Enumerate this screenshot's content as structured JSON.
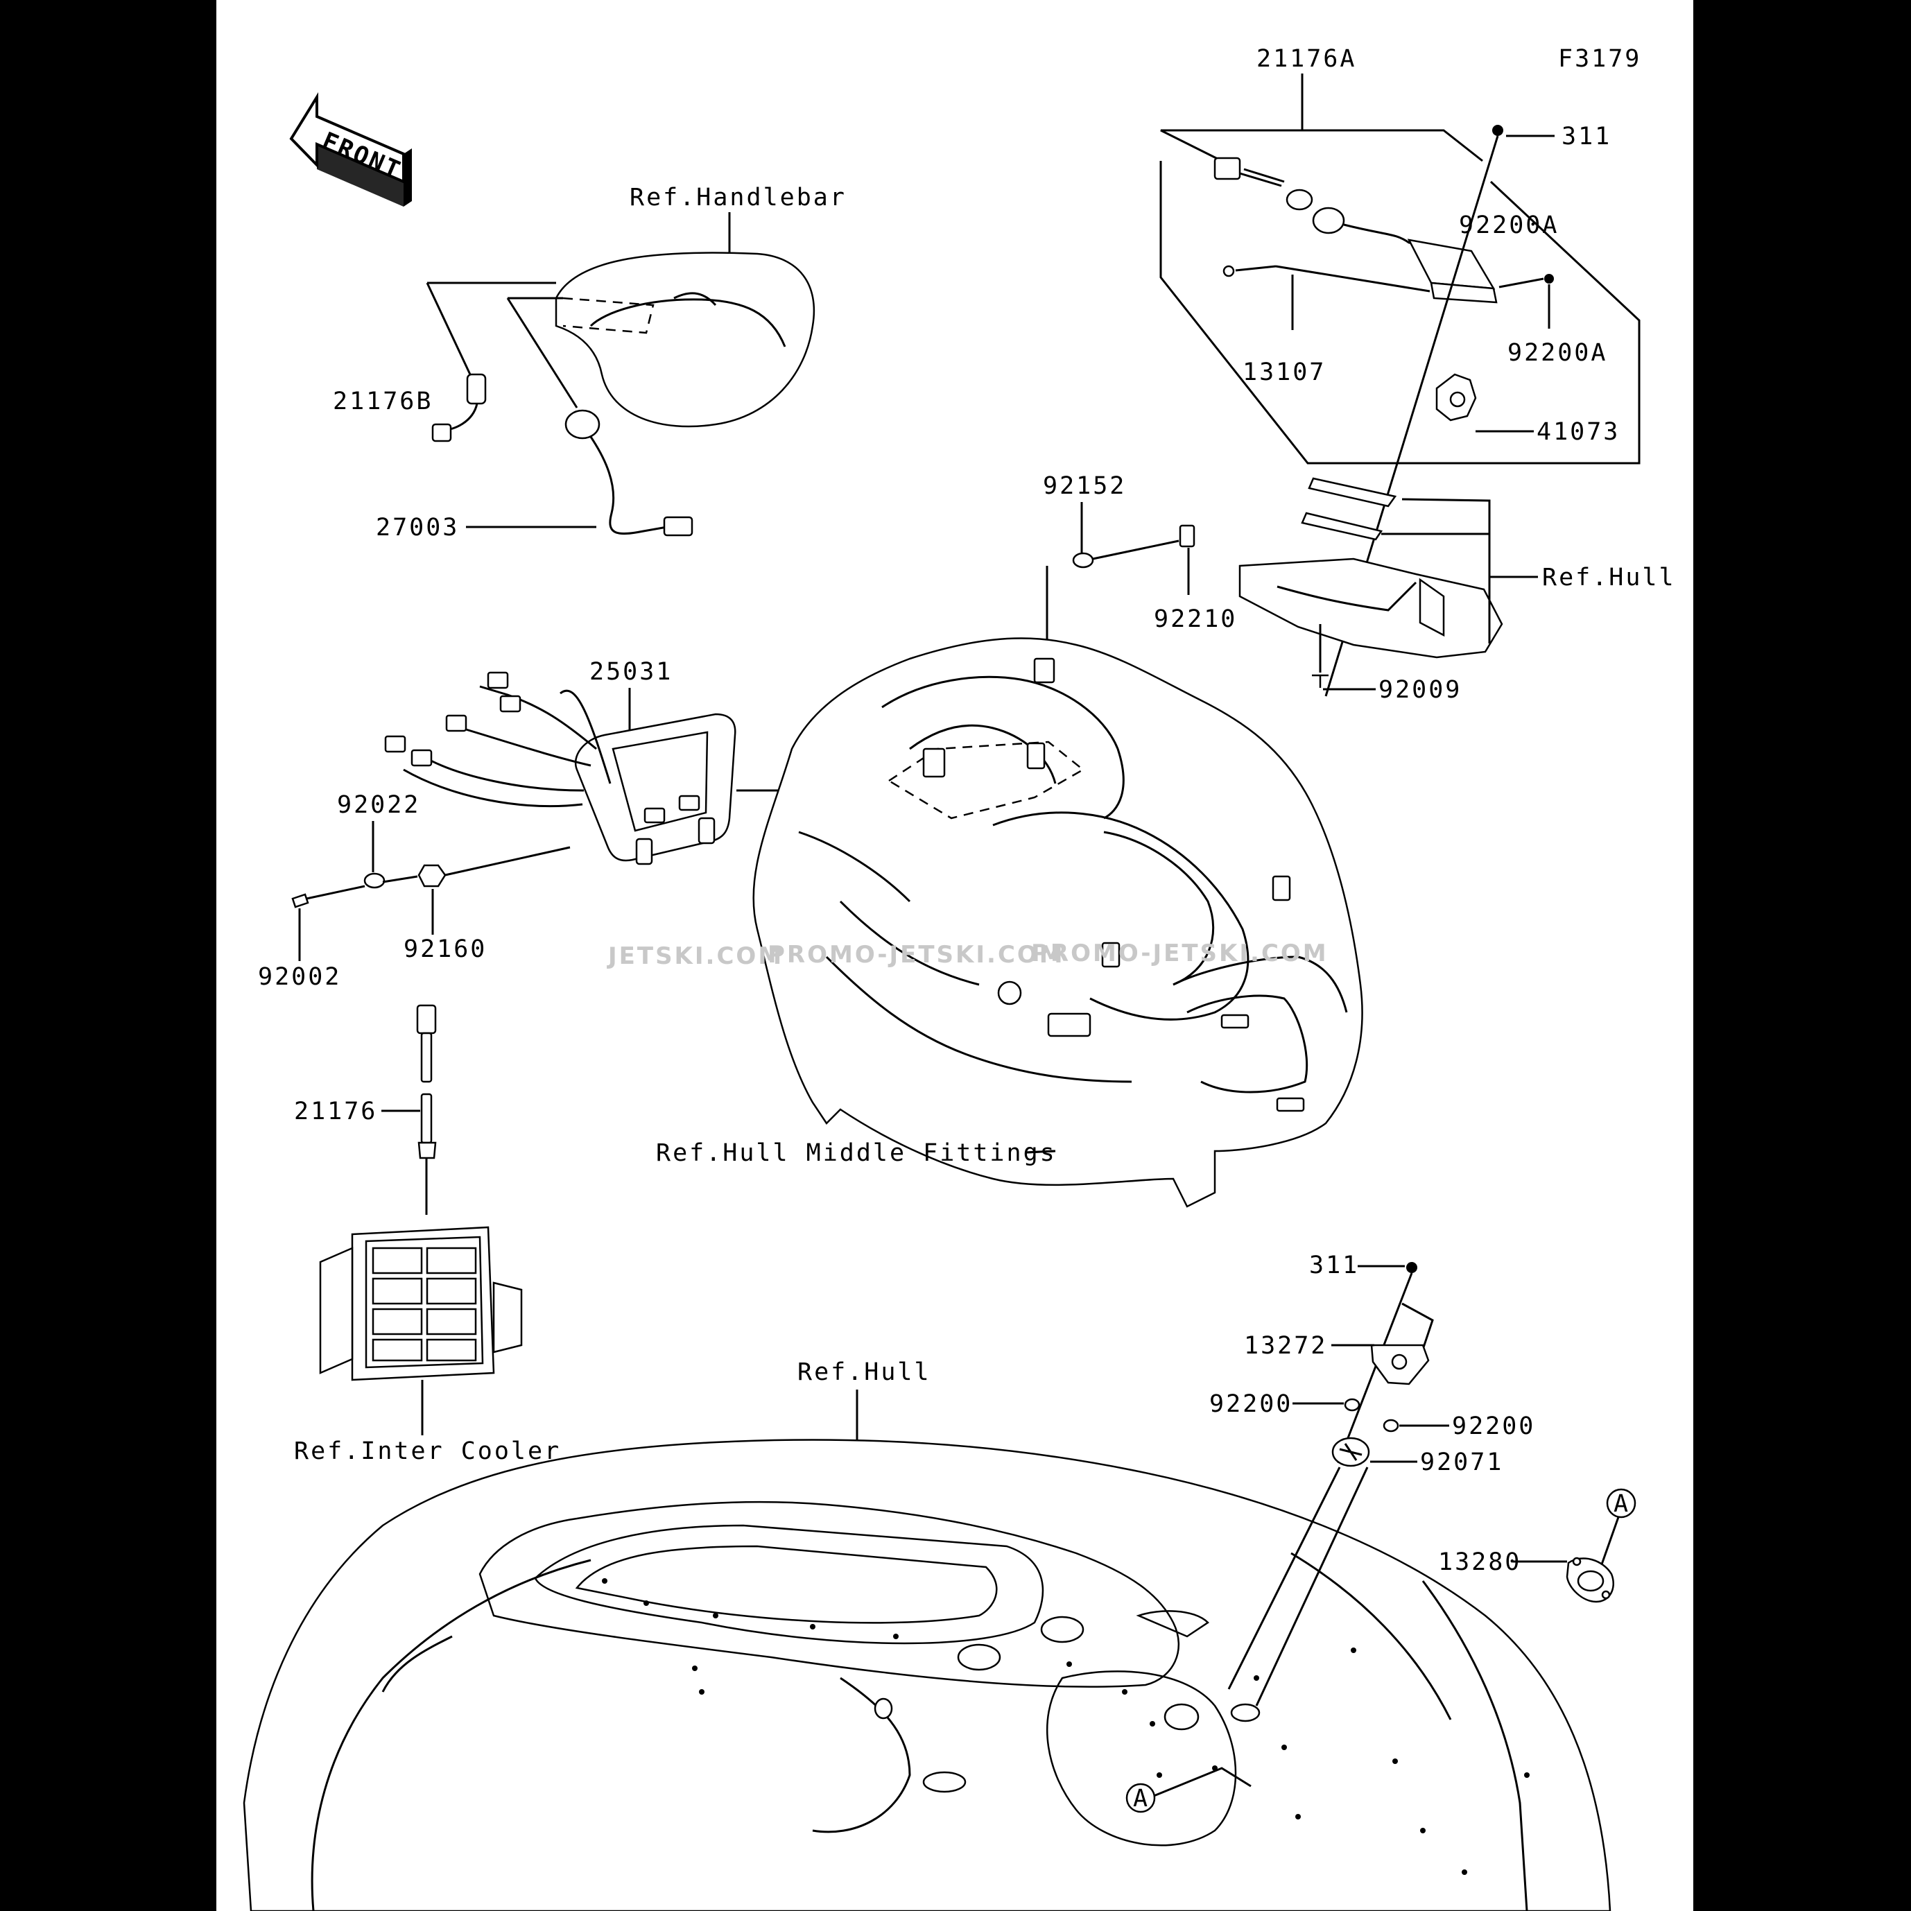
{
  "diagram": {
    "figure_code": "F3179",
    "front_arrow_text": "FRONT",
    "watermarks": [
      "JETSKI.COM",
      "PROMO-JETSKI.COM",
      "PROMO-JETSKI.COM"
    ],
    "callout_marker": "A",
    "labels": {
      "p21176A": "21176A",
      "p311_top": "311",
      "p92200A_left": "92200A",
      "p92200A_right": "92200A",
      "p13107": "13107",
      "p41073": "41073",
      "ref_handlebar": "Ref.Handlebar",
      "p21176B": "21176B",
      "p27003": "27003",
      "p92152": "92152",
      "p92210": "92210",
      "ref_hull_top": "Ref.Hull",
      "p92009": "92009",
      "p25031": "25031",
      "p92022": "92022",
      "p92160": "92160",
      "p92002": "92002",
      "p21176": "21176",
      "ref_hull_middle": "Ref.Hull Middle Fittings",
      "ref_inter_cooler": "Ref.Inter Cooler",
      "ref_hull_bottom": "Ref.Hull",
      "p311_bottom": "311",
      "p13272": "13272",
      "p92200_left": "92200",
      "p92200_right": "92200",
      "p92071": "92071",
      "p13280": "13280"
    }
  }
}
